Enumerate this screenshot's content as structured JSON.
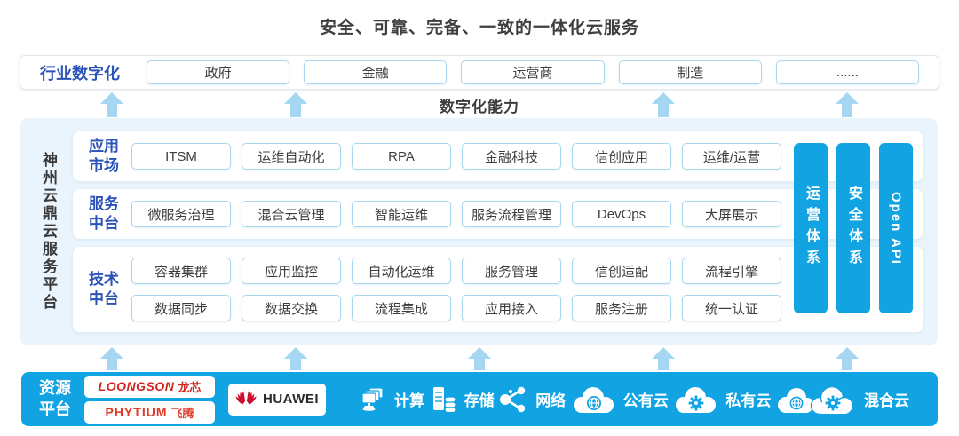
{
  "title": "安全、可靠、完备、一致的一体化云服务",
  "industry": {
    "label": "行业数字化",
    "items": [
      "政府",
      "金融",
      "运营商",
      "制造",
      "......"
    ]
  },
  "capability_label": "数字化能力",
  "platform": {
    "side_label": "神州云鼎云服务平台",
    "rows": [
      {
        "label": "应用市场",
        "groups": [
          [
            "ITSM",
            "运维自动化",
            "RPA",
            "金融科技",
            "信创应用",
            "运维/运营"
          ]
        ]
      },
      {
        "label": "服务中台",
        "groups": [
          [
            "微服务治理",
            "混合云管理",
            "智能运维",
            "服务流程管理",
            "DevOps",
            "大屏展示"
          ]
        ]
      },
      {
        "label": "技术中台",
        "groups": [
          [
            "容器集群",
            "应用监控",
            "自动化运维",
            "服务管理",
            "信创适配",
            "流程引擎"
          ],
          [
            "数据同步",
            "数据交换",
            "流程集成",
            "应用接入",
            "服务注册",
            "统一认证"
          ]
        ]
      }
    ],
    "pillars": [
      "运营体系",
      "安全体系",
      "Open API"
    ]
  },
  "resource": {
    "label": "资源平台",
    "vendors": {
      "loongson_en": "LOONGSON",
      "loongson_cn": "龙芯",
      "phytium_en": "PHYTIUM",
      "phytium_cn": "飞腾",
      "huawei": "HUAWEI"
    },
    "items": [
      {
        "icon": "compute-icon",
        "label": "计算"
      },
      {
        "icon": "storage-icon",
        "label": "存储"
      },
      {
        "icon": "network-icon",
        "label": "网络"
      },
      {
        "icon": "public-cloud-icon",
        "label": "公有云"
      },
      {
        "icon": "private-cloud-icon",
        "label": "私有云"
      },
      {
        "icon": "hybrid-cloud-icon",
        "label": "混合云"
      }
    ]
  },
  "colors": {
    "accent_blue": "#12a3e3",
    "arrow_blue": "#a5d7f2",
    "panel_bg": "#e9f4fc",
    "box_border": "#a9d6ef",
    "label_blue": "#2a52b8",
    "loongson_red": "#d2251f",
    "phytium_red": "#e13a28",
    "huawei_red": "#ce0e2d"
  }
}
